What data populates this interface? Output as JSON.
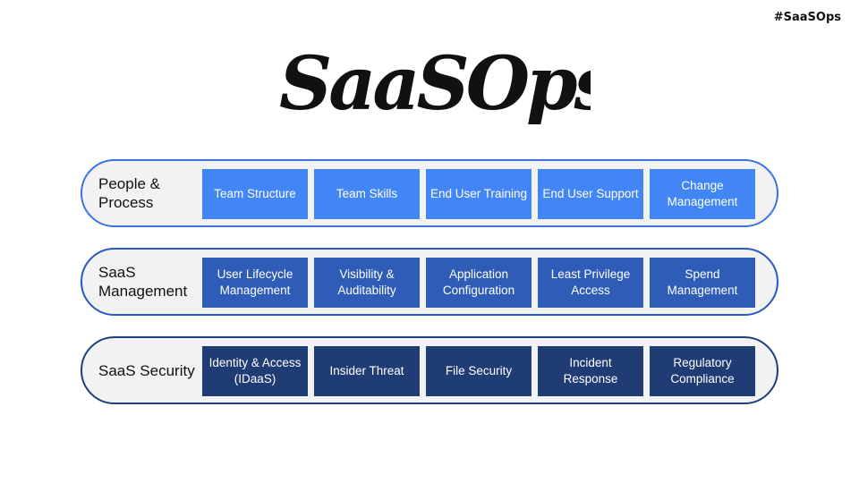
{
  "hashtag": "#SaaSOps",
  "logo_text": "SaaSOps",
  "rows": [
    {
      "label": "People & Process",
      "cells": [
        "Team Structure",
        "Team Skills",
        "End User Training",
        "End User Support",
        "Change Management"
      ]
    },
    {
      "label": "SaaS Management",
      "cells": [
        "User Lifecycle Management",
        "Visibility & Auditability",
        "Application Configuration",
        "Least Privilege Access",
        "Spend Management"
      ]
    },
    {
      "label": "SaaS Security",
      "cells": [
        "Identity & Access (IDaaS)",
        "Insider Threat",
        "File Security",
        "Incident Response",
        "Regulatory Compliance"
      ]
    }
  ],
  "colors": {
    "row1_cell": "#4285f4",
    "row2_cell": "#2f5cb6",
    "row3_cell": "#1f3c74",
    "row_border": "#3f73e0",
    "row_bg": "#f2f2f2"
  }
}
